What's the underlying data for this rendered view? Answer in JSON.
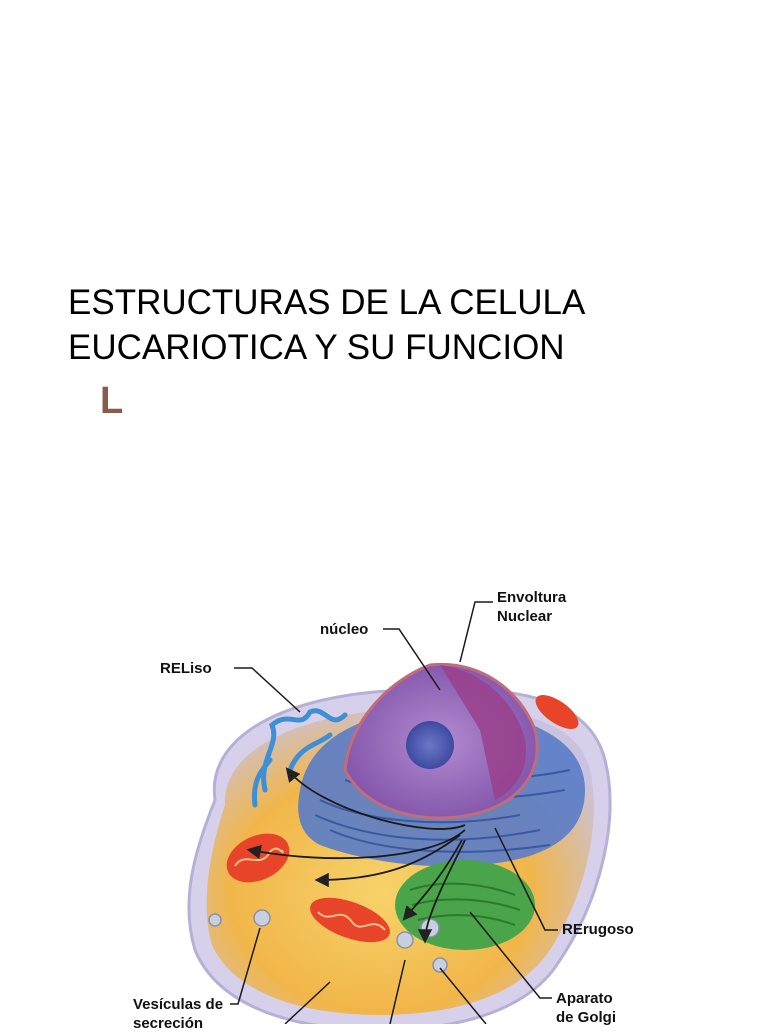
{
  "slide": {
    "title_line1": "ESTRUCTURAS  DE LA CELULA",
    "title_line2": "EUCARIOTICA Y SU FUNCION",
    "letter": "L"
  },
  "diagram": {
    "labels": {
      "envoltura_line1": "Envoltura",
      "envoltura_line2": "Nuclear",
      "nucleo": "núcleo",
      "reliso": "RELiso",
      "rerugoso": "RErugoso",
      "aparato_line1": "Aparato",
      "aparato_line2": "de Golgi",
      "vesiculas_line1": "Vesículas de",
      "vesiculas_line2": "secreción"
    }
  }
}
